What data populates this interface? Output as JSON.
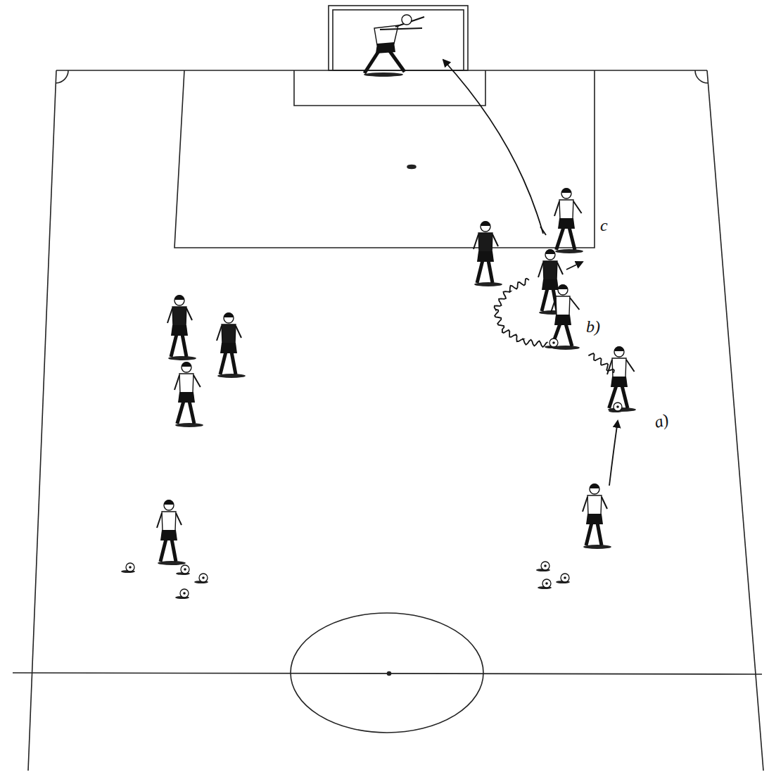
{
  "diagram": {
    "labels": [
      "a)",
      "b)",
      "c"
    ]
  }
}
